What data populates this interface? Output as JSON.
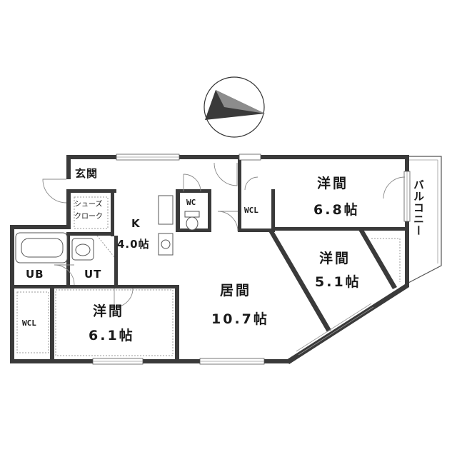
{
  "rooms": {
    "entrance": {
      "name": "玄関"
    },
    "shoe_closet": {
      "line1": "シューズ",
      "line2": "クローク"
    },
    "kitchen": {
      "name": "K",
      "size": "4.0帖"
    },
    "toilet": {
      "name": "WC"
    },
    "wcl_hall": {
      "name": "WCL"
    },
    "western_68": {
      "name": "洋間",
      "size": "6.8帖"
    },
    "western_51": {
      "name": "洋間",
      "size": "5.1帖"
    },
    "living": {
      "name": "居間",
      "size": "10.7帖"
    },
    "bath": {
      "name": "UB"
    },
    "utility": {
      "name": "UT"
    },
    "wcl_west": {
      "name": "WCL"
    },
    "western_61": {
      "name": "洋間",
      "size": "6.1帖"
    },
    "balcony": {
      "name": "バルコニー"
    }
  },
  "compass": {
    "icon": "north-arrow-icon"
  }
}
